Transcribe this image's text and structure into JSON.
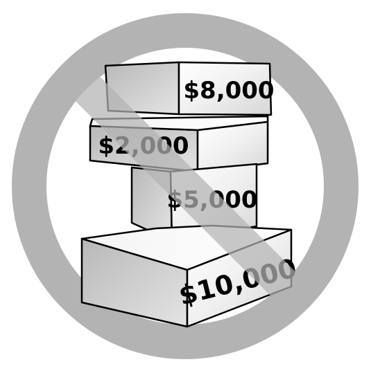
{
  "illustration": {
    "labels": {
      "top": "$8,000",
      "second": "$2,000",
      "middle": "$5,000",
      "bottom": "$10,000"
    },
    "colors": {
      "prohibition_symbol": "#b3b3b3",
      "background": "#ffffff",
      "outline": "#000000"
    },
    "icons": [
      "money-stack-illustration",
      "prohibition-icon"
    ]
  }
}
